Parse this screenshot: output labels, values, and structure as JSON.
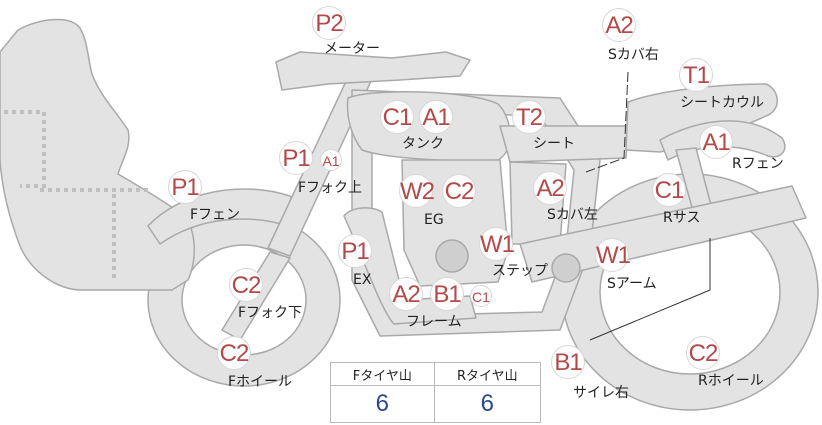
{
  "markers": [
    {
      "id": "meter",
      "codes": [
        "P2"
      ],
      "label": "メーター"
    },
    {
      "id": "s-cover-right",
      "codes": [
        "A2"
      ],
      "label": "Sカバ右"
    },
    {
      "id": "seat-cowl",
      "codes": [
        "T1"
      ],
      "label": "シートカウル"
    },
    {
      "id": "tank",
      "codes": [
        "C1",
        "A1"
      ],
      "label": "タンク"
    },
    {
      "id": "seat",
      "codes": [
        "T2"
      ],
      "label": "シート"
    },
    {
      "id": "r-fender",
      "codes": [
        "A1"
      ],
      "label": "Rフェン"
    },
    {
      "id": "f-fork-upper",
      "codes": [
        "P1",
        "A1"
      ],
      "label": "Fフォク上"
    },
    {
      "id": "f-fender",
      "codes": [
        "P1"
      ],
      "label": "Fフェン"
    },
    {
      "id": "engine",
      "codes": [
        "W2",
        "C2"
      ],
      "label": "EG"
    },
    {
      "id": "s-cover-left",
      "codes": [
        "A2"
      ],
      "label": "Sカバ左"
    },
    {
      "id": "r-suspension",
      "codes": [
        "C1"
      ],
      "label": "Rサス"
    },
    {
      "id": "exhaust",
      "codes": [
        "P1"
      ],
      "label": "EX"
    },
    {
      "id": "step",
      "codes": [
        "W1"
      ],
      "label": "ステップ"
    },
    {
      "id": "swingarm",
      "codes": [
        "W1"
      ],
      "label": "Sアーム"
    },
    {
      "id": "f-fork-lower",
      "codes": [
        "C2"
      ],
      "label": "Fフォク下"
    },
    {
      "id": "frame",
      "codes": [
        "A2",
        "B1",
        "C1"
      ],
      "label": "フレーム"
    },
    {
      "id": "f-wheel",
      "codes": [
        "C2"
      ],
      "label": "Fホイール"
    },
    {
      "id": "silencer-right",
      "codes": [
        "B1"
      ],
      "label": "サイレ右"
    },
    {
      "id": "r-wheel",
      "codes": [
        "C2"
      ],
      "label": "Rホイール"
    }
  ],
  "tire_tread": {
    "front_label": "Fタイヤ山",
    "rear_label": "Rタイヤ山",
    "front_value": "6",
    "rear_value": "6"
  },
  "colors": {
    "badge_text": "#b34a4a",
    "part_fill": "#e3e3e3",
    "part_stroke": "#a9a9a9",
    "value_text": "#2b4b8c"
  }
}
